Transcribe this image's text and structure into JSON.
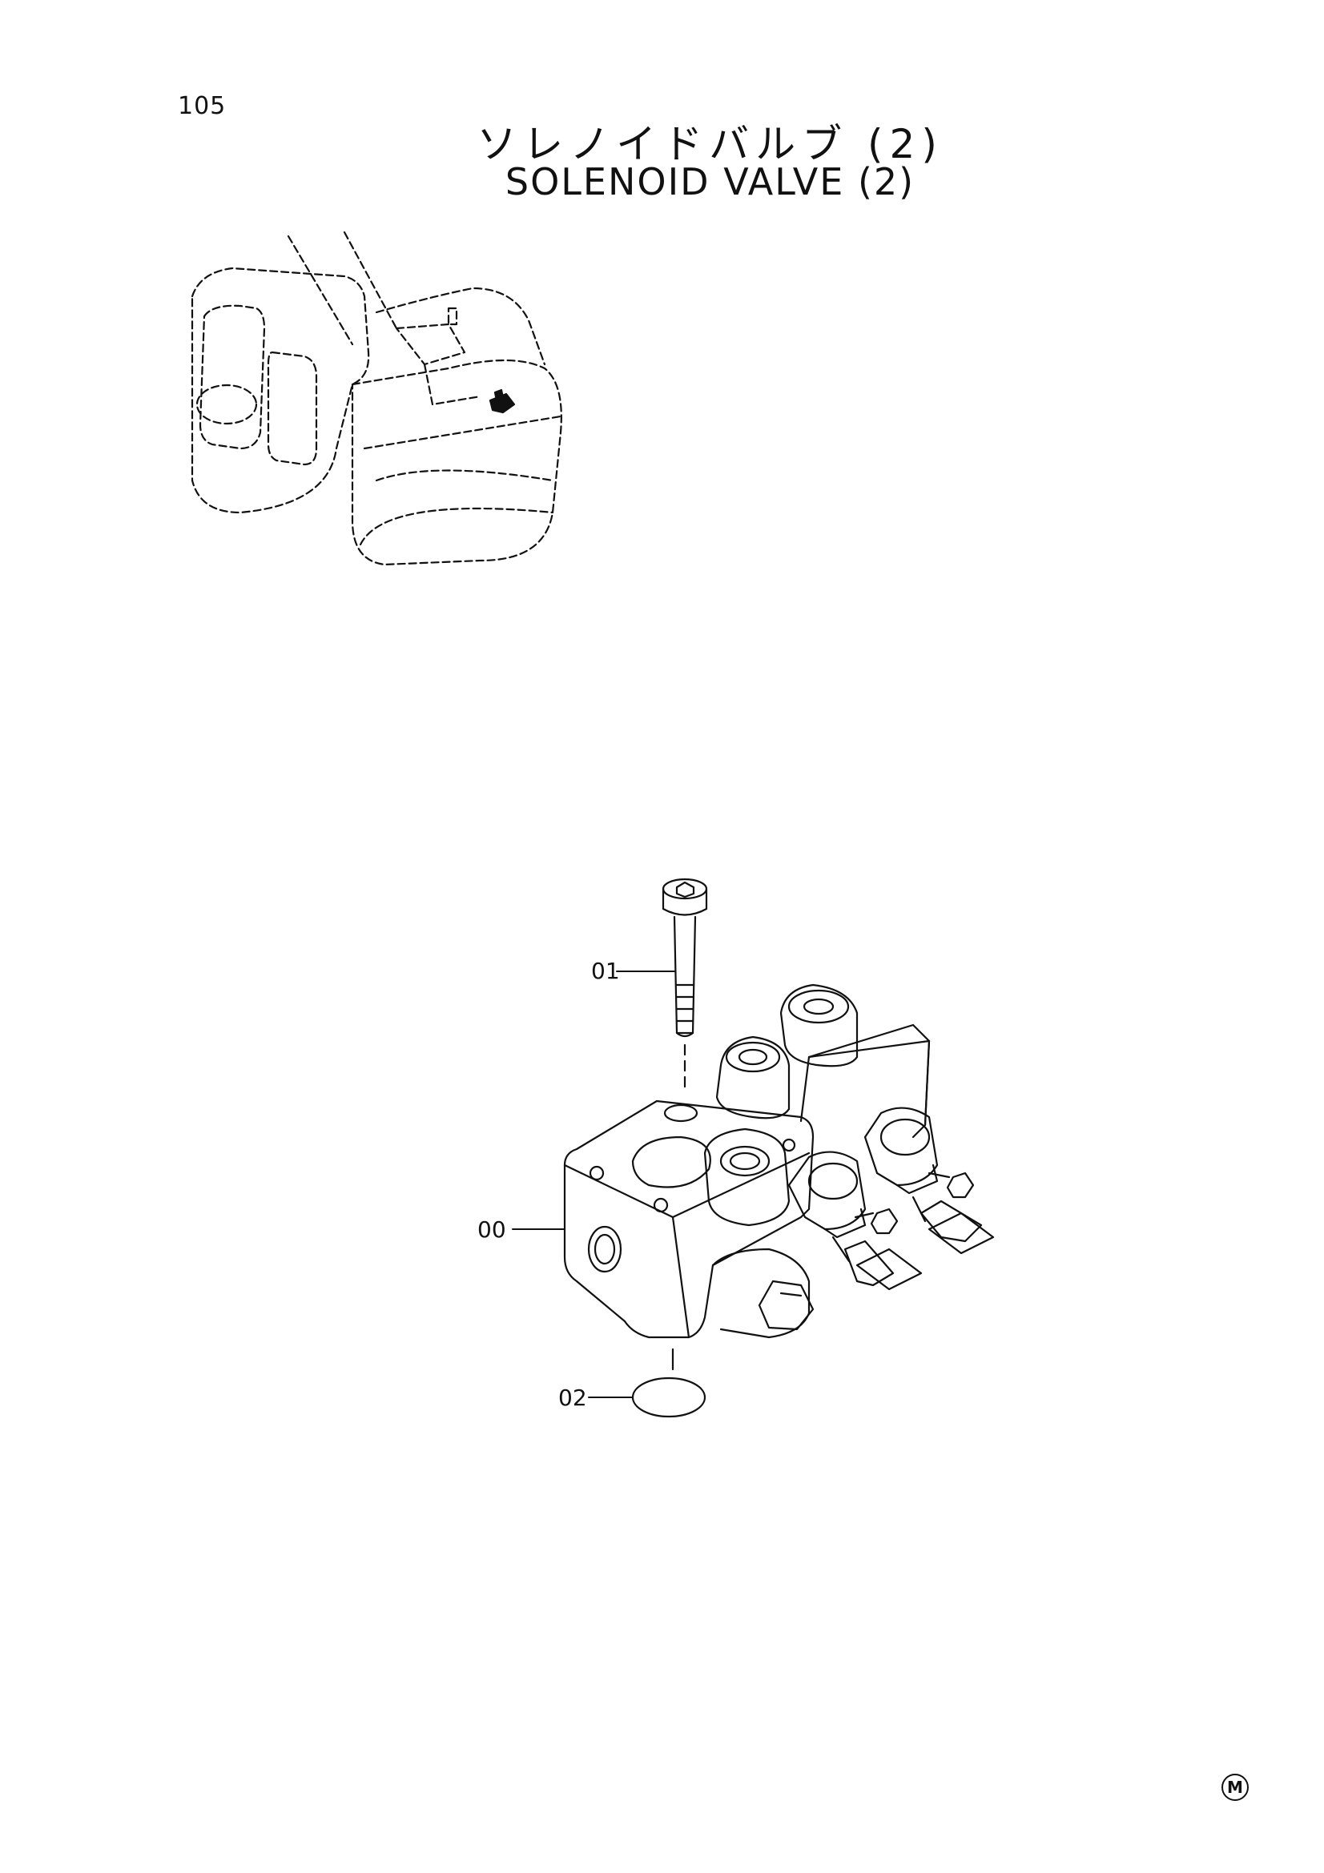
{
  "page": {
    "number": "105"
  },
  "title": {
    "japanese": "ソレノイドバルブ (2)",
    "english": "SOLENOID VALVE (2)"
  },
  "callouts": [
    {
      "id": "01",
      "label": "01"
    },
    {
      "id": "00",
      "label": "00"
    },
    {
      "id": "02",
      "label": "02"
    }
  ],
  "footer": {
    "mark": "M"
  },
  "colors": {
    "line": "#111111",
    "background": "#ffffff"
  },
  "icons": {
    "machine": "excavator-overview-icon",
    "part": "solenoid-valve-icon"
  }
}
